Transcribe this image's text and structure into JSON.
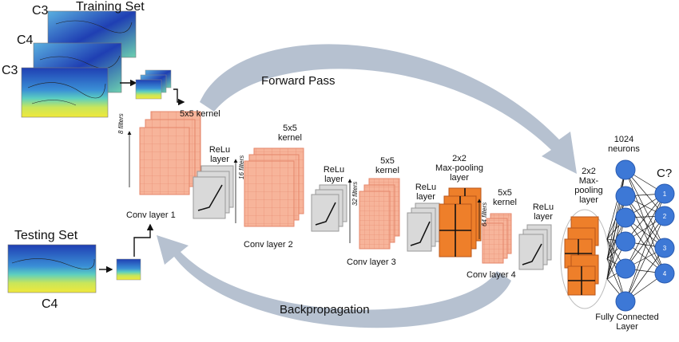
{
  "training": {
    "title": "Training Set",
    "labels": [
      "C3",
      "C4",
      "C3"
    ]
  },
  "testing": {
    "title": "Testing Set",
    "label": "C4"
  },
  "passes": {
    "forward": "Forward Pass",
    "backward": "Backpropagation"
  },
  "layers": {
    "conv1": {
      "name": "Conv layer 1",
      "kernel": "5x5 kernel",
      "filters": "8 filters"
    },
    "relu1": {
      "name_line1": "ReLu",
      "name_line2": "layer"
    },
    "conv2": {
      "name": "Conv layer 2",
      "kernel_line1": "5x5",
      "kernel_line2": "kernel",
      "filters": "16 filters"
    },
    "relu2": {
      "name_line1": "ReLu",
      "name_line2": "layer"
    },
    "conv3": {
      "name": "Conv layer 3",
      "kernel_line1": "5x5",
      "kernel_line2": "kernel",
      "filters": "32 filters"
    },
    "relu3": {
      "name_line1": "ReLu",
      "name_line2": "layer"
    },
    "pool1": {
      "line1": "2x2",
      "line2": "Max-pooling",
      "line3": "layer"
    },
    "conv4": {
      "name": "Conv layer 4",
      "kernel_line1": "5x5",
      "kernel_line2": "kernel",
      "filters": "64 filters"
    },
    "relu4": {
      "name_line1": "ReLu",
      "name_line2": "layer"
    },
    "pool2": {
      "line1": "2x2",
      "line2": "Max-",
      "line3": "pooling",
      "line4": "layer"
    }
  },
  "fc": {
    "neurons_line1": "1024",
    "neurons_line2": "neurons",
    "label_line1": "Fully Connected",
    "label_line2": "Layer",
    "output_label": "C?",
    "outputs": [
      "1",
      "2",
      "3",
      "4"
    ]
  },
  "colors": {
    "conv": "#f7b49a",
    "pool": "#ee7f2a",
    "relu": "#d9d9d9",
    "neuron": "#3d78d6",
    "arrow": "#a9b6c8",
    "map_blue": "#1f3fb3",
    "map_yellow": "#f1e83a"
  }
}
